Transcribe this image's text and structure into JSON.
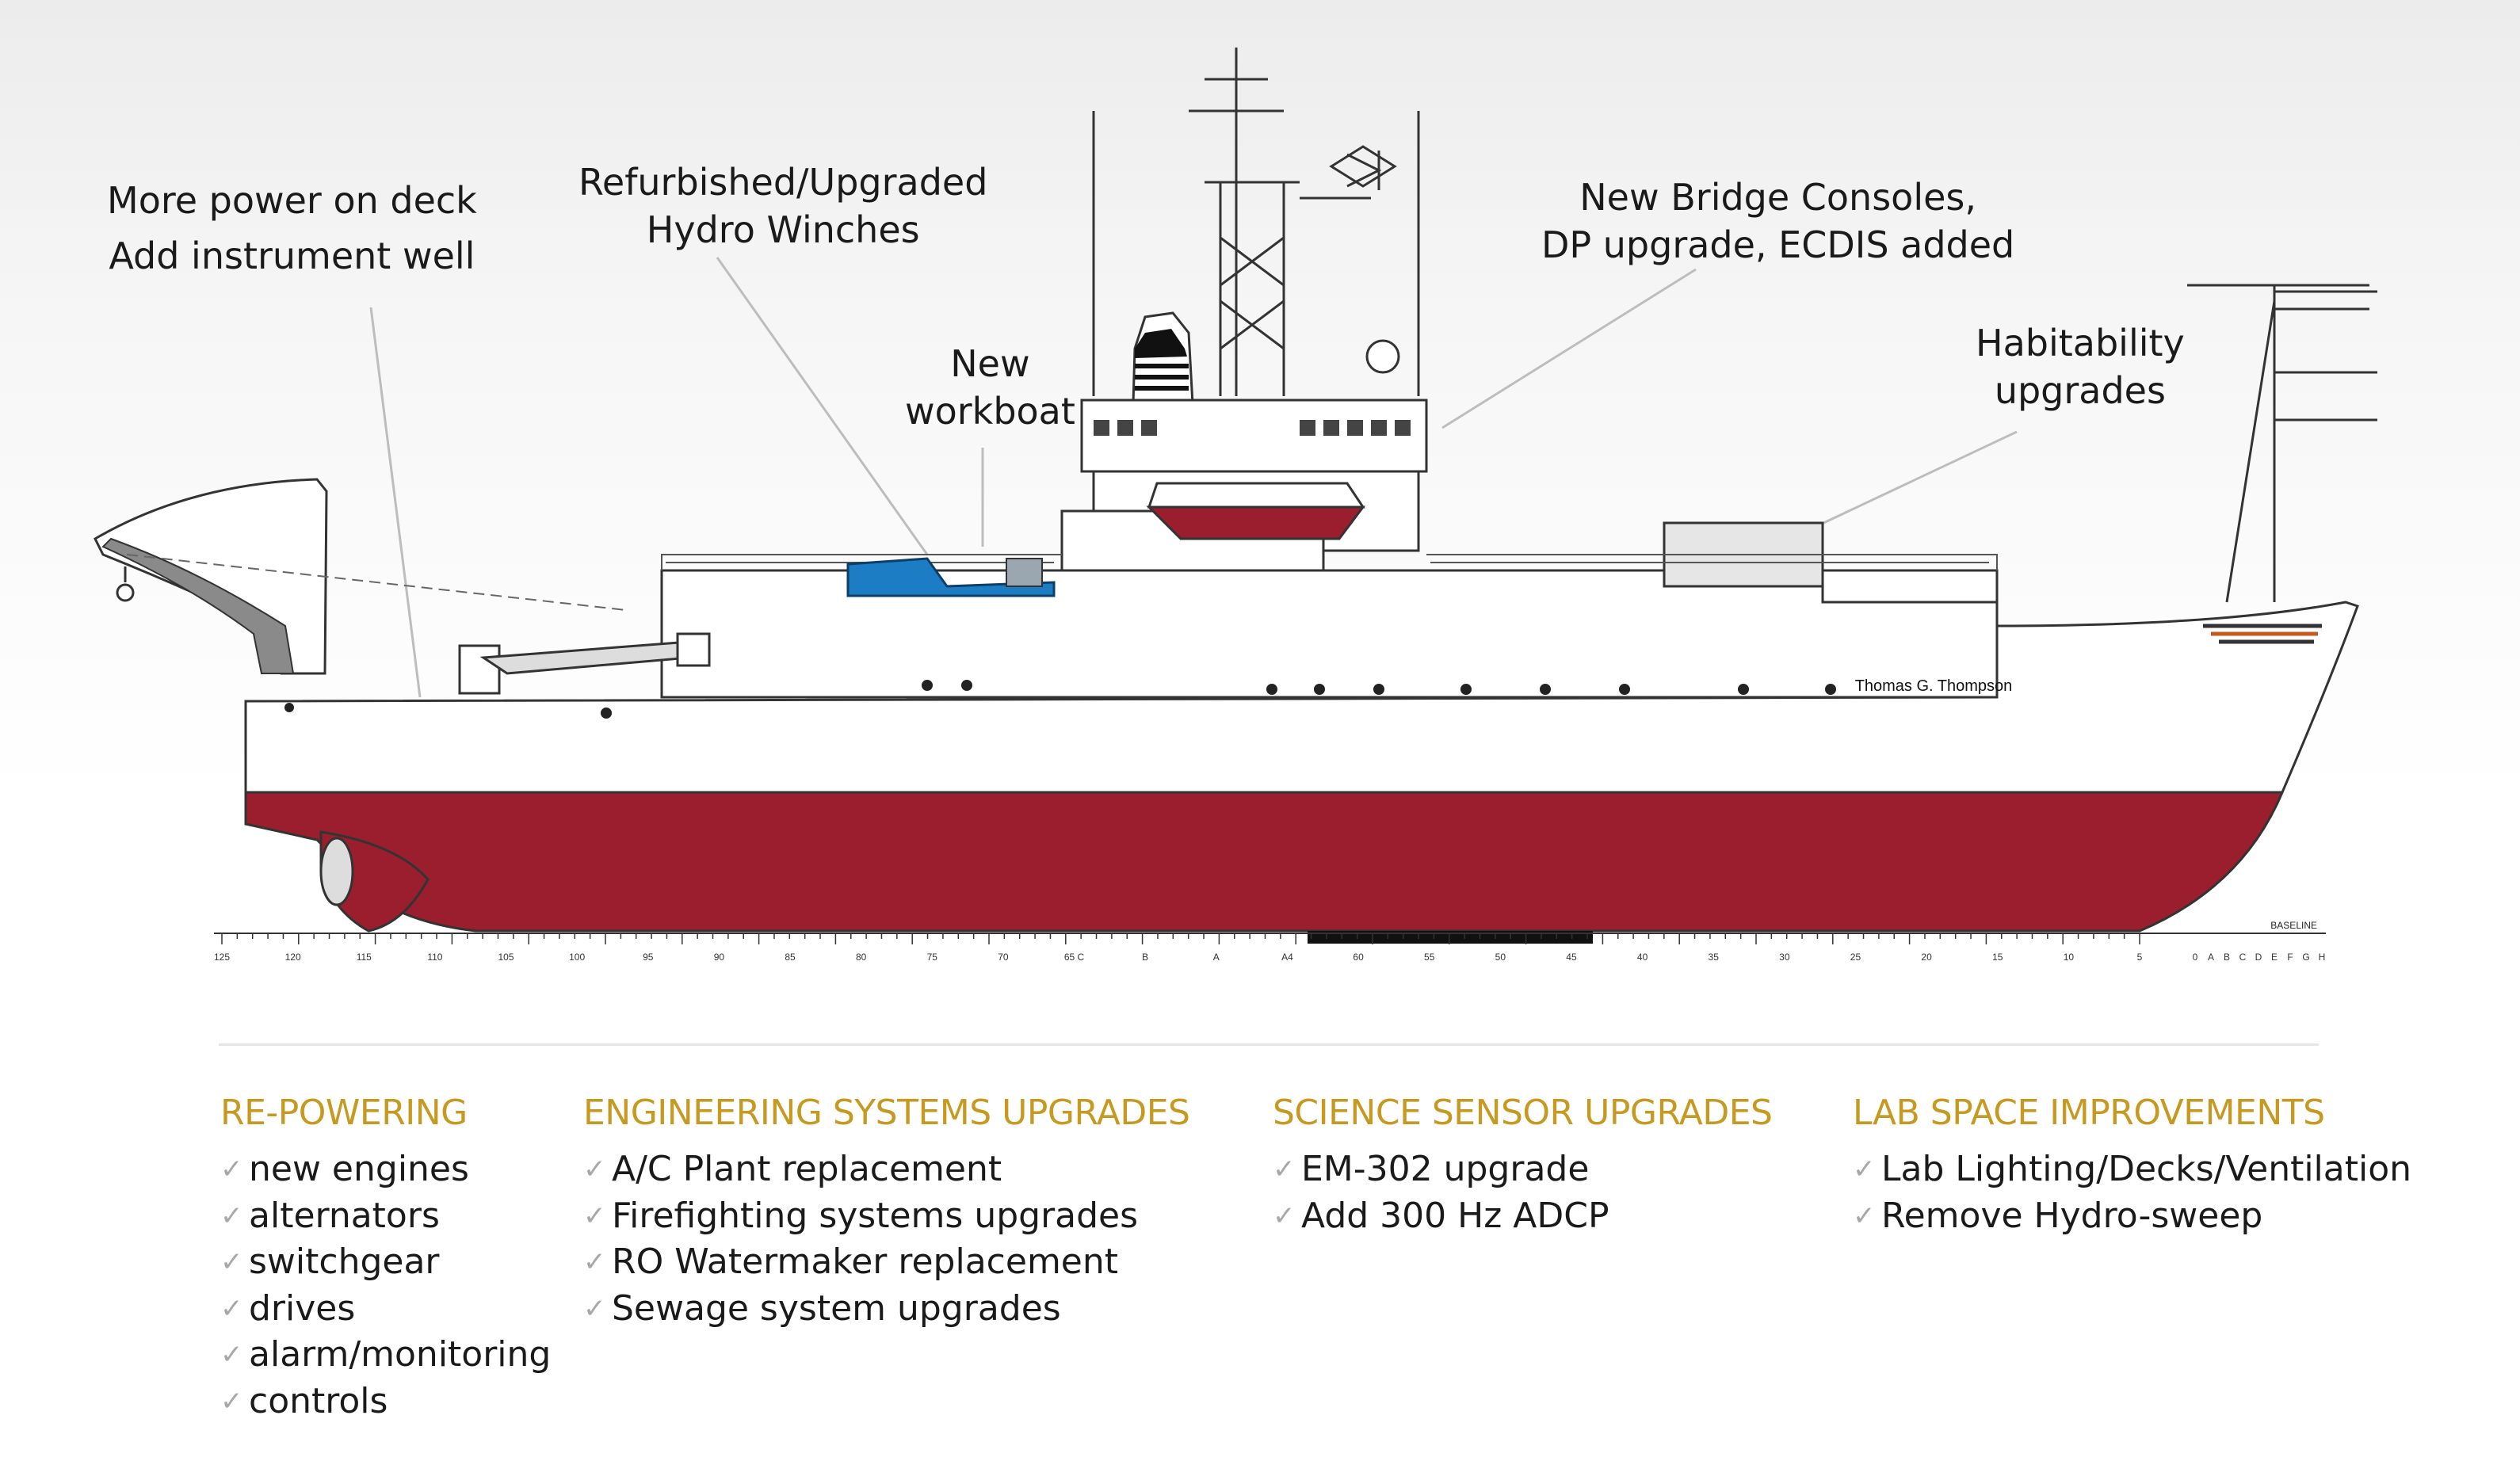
{
  "callouts": {
    "power_deck": [
      "More power on deck",
      "Add instrument well"
    ],
    "hydro_winches": [
      "Refurbished/Upgraded",
      "Hydro Winches"
    ],
    "workboat": [
      "New",
      "workboat"
    ],
    "bridge": [
      "New Bridge Consoles,",
      "DP upgrade, ECDIS added"
    ],
    "habitability": [
      "Habitability",
      "upgrades"
    ]
  },
  "ship_name": "Thomas G. Thompson",
  "baseline_label": "BASELINE",
  "frame_scale": {
    "left_labels": [
      "125",
      "120",
      "115",
      "110",
      "105",
      "100",
      "95",
      "90",
      "85",
      "80",
      "75",
      "70",
      "65 C",
      "B",
      "A",
      "A4",
      "60",
      "55",
      "50",
      "45",
      "40",
      "35",
      "30",
      "25",
      "20",
      "15",
      "10",
      "5"
    ],
    "right_labels": [
      "0",
      "A",
      "B",
      "C",
      "D",
      "E",
      "F",
      "G",
      "H"
    ]
  },
  "upgrades": [
    {
      "title": "RE-POWERING",
      "items": [
        "new engines",
        "alternators",
        "switchgear",
        "drives",
        "alarm/monitoring",
        "controls"
      ]
    },
    {
      "title": "ENGINEERING SYSTEMS UPGRADES",
      "items": [
        "A/C Plant replacement",
        "Firefighting systems upgrades",
        "RO Watermaker replacement",
        "Sewage system upgrades"
      ]
    },
    {
      "title": "SCIENCE SENSOR UPGRADES",
      "items": [
        "EM-302 upgrade",
        "Add 300 Hz ADCP"
      ]
    },
    {
      "title": "LAB SPACE IMPROVEMENTS",
      "items": [
        "Lab Lighting/Decks/Ventilation",
        "Remove Hydro-sweep"
      ]
    }
  ],
  "check_glyph": "✓",
  "colors": {
    "hull_red": "#9a1e2e",
    "heading_gold": "#c69a21",
    "workboat_blue": "#1c7cc4",
    "superstructure": "#ffffff"
  }
}
